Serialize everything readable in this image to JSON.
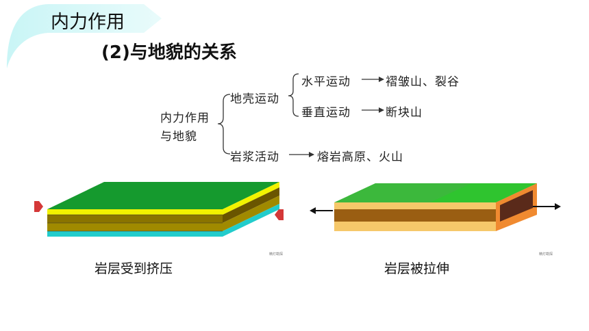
{
  "header": {
    "title": "内力作用"
  },
  "section": {
    "title": "(2)与地貌的关系"
  },
  "tree": {
    "root_line1": "内力作用",
    "root_line2": "与地貌",
    "branch_crust": "地壳运动",
    "horizontal": "水平运动",
    "horizontal_result": "褶皱山、裂谷",
    "vertical": "垂直运动",
    "vertical_result": "断块山",
    "magma": "岩浆活动",
    "magma_result": "熔岩高原、火山"
  },
  "figures": {
    "left_caption": "岩层受到挤压",
    "right_caption": "岩层被拉伸",
    "watermark_left": "精灯勘探",
    "watermark_right": "精灯勘探"
  },
  "colors": {
    "header_band": "#d6f8f8",
    "green_top": "#159a2e",
    "yellow_layer": "#f2f200",
    "olive_layer": "#a08a00",
    "brown_layer": "#6a5500",
    "cyan_layer": "#22cccc",
    "red_arrow": "#d43838",
    "stretch_green": "#3cb83c",
    "stretch_yellow": "#f6c86a",
    "stretch_brown": "#9a5e12",
    "stretch_dark": "#5a2a1a",
    "stretch_orange": "#f08a30"
  }
}
